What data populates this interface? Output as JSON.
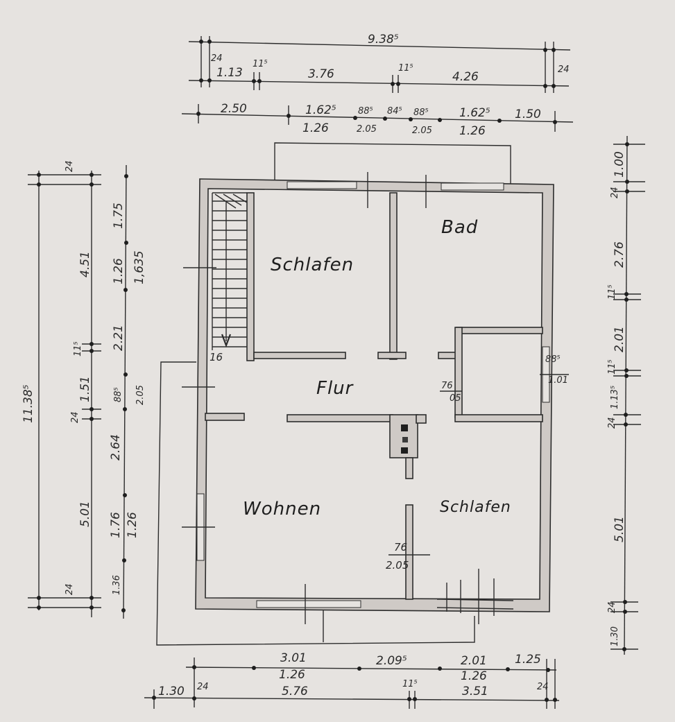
{
  "rooms": {
    "schlafen_top": "Schlafen",
    "bad": "Bad",
    "flur": "Flur",
    "wohnen": "Wohnen",
    "schlafen_bottom": "Schlafen"
  },
  "stairs": {
    "steps": "16"
  },
  "openings": {
    "flur_door_w": "76",
    "flur_door_h": "05",
    "wohnen_door_w": "76",
    "wohnen_door_h": "2.05"
  },
  "top_dims": {
    "total": "9.38⁵",
    "row1": [
      "24",
      "1.13",
      "11⁵",
      "3.76",
      "11⁵",
      "4.26",
      "24"
    ],
    "row2_top": [
      "2.50",
      "1.62⁵",
      "88⁵",
      "84⁵",
      "88⁵",
      "1.62⁵",
      "1.50"
    ],
    "row2_bottom": [
      "1.26",
      "2.05",
      "2.05",
      "1.26"
    ]
  },
  "bottom_dims": {
    "row1_top": [
      "3.01",
      "2.09⁵",
      "2.01",
      "1.25"
    ],
    "row1_bottom": [
      "1.26",
      "1.26"
    ],
    "row2": [
      "1.30",
      "24",
      "5.76",
      "11⁵",
      "3.51",
      "24"
    ]
  },
  "left_dims": {
    "total": "11.38⁵",
    "outer": [
      "24",
      "4.51",
      "11⁵",
      "1.51",
      "24",
      "5.01",
      "24"
    ],
    "inner": [
      "1.75",
      "1.26",
      "2.21",
      "88⁵",
      "2.05",
      "2.64",
      "1.76",
      "1.26",
      "1.36"
    ],
    "annotation": "1,635"
  },
  "right_dims": {
    "values": [
      "1.00",
      "24",
      "2.76",
      "11⁵",
      "2.01",
      "11⁵",
      "1.13⁵",
      "24",
      "5.01",
      "24",
      "1.30"
    ],
    "inner_small": [
      "88⁵",
      "1.01"
    ]
  }
}
